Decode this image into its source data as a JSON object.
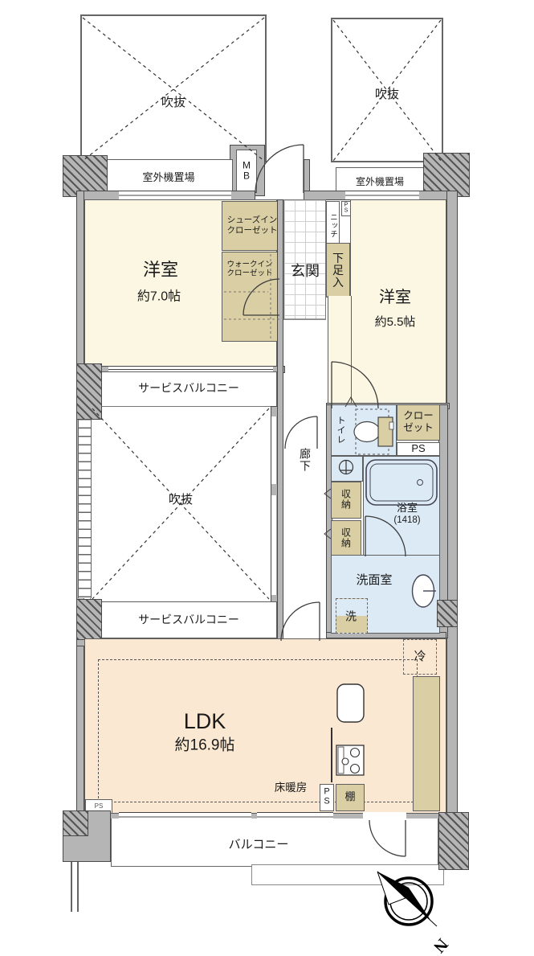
{
  "plan": {
    "type": "apartment-floor-plan",
    "labels": {
      "void": "吹抜",
      "outdoor_unit_area": "室外機置場",
      "meter_box": "MB",
      "shoes_in_closet_line1": "シューズイン",
      "shoes_in_closet_line2": "クローゼット",
      "walk_in_closet_line1": "ウォークイン",
      "walk_in_closet_line2": "クローゼット",
      "entrance": "玄関",
      "niche": "ニッチ",
      "pipe_space": "PS",
      "shoe_cabinet": "下足入",
      "western_room_label": "洋室",
      "western_room1_size": "約7.0帖",
      "western_room2_size": "約5.5帖",
      "service_balcony": "サービスバルコニー",
      "corridor": "廊下",
      "toilet": "トイレ",
      "closet_line1": "クロー",
      "closet_line2": "ゼット",
      "storage": "収納",
      "bathroom": "浴室",
      "bathroom_size": "(1418)",
      "washroom": "洗面室",
      "washer": "洗",
      "refrigerator": "冷",
      "ldk_label": "LDK",
      "ldk_size": "約16.9帖",
      "floor_heating": "床暖房",
      "shelf": "棚",
      "balcony": "バルコニー",
      "north": "N"
    },
    "colors": {
      "room_cream": "#FBF7E2",
      "closet_tan": "#D9CEA4",
      "wet_blue": "#DCEAF5",
      "ldk_peach": "#FAE8D2",
      "wall_gray": "#B5B5B5",
      "line_dark": "#4A4A4A"
    }
  }
}
